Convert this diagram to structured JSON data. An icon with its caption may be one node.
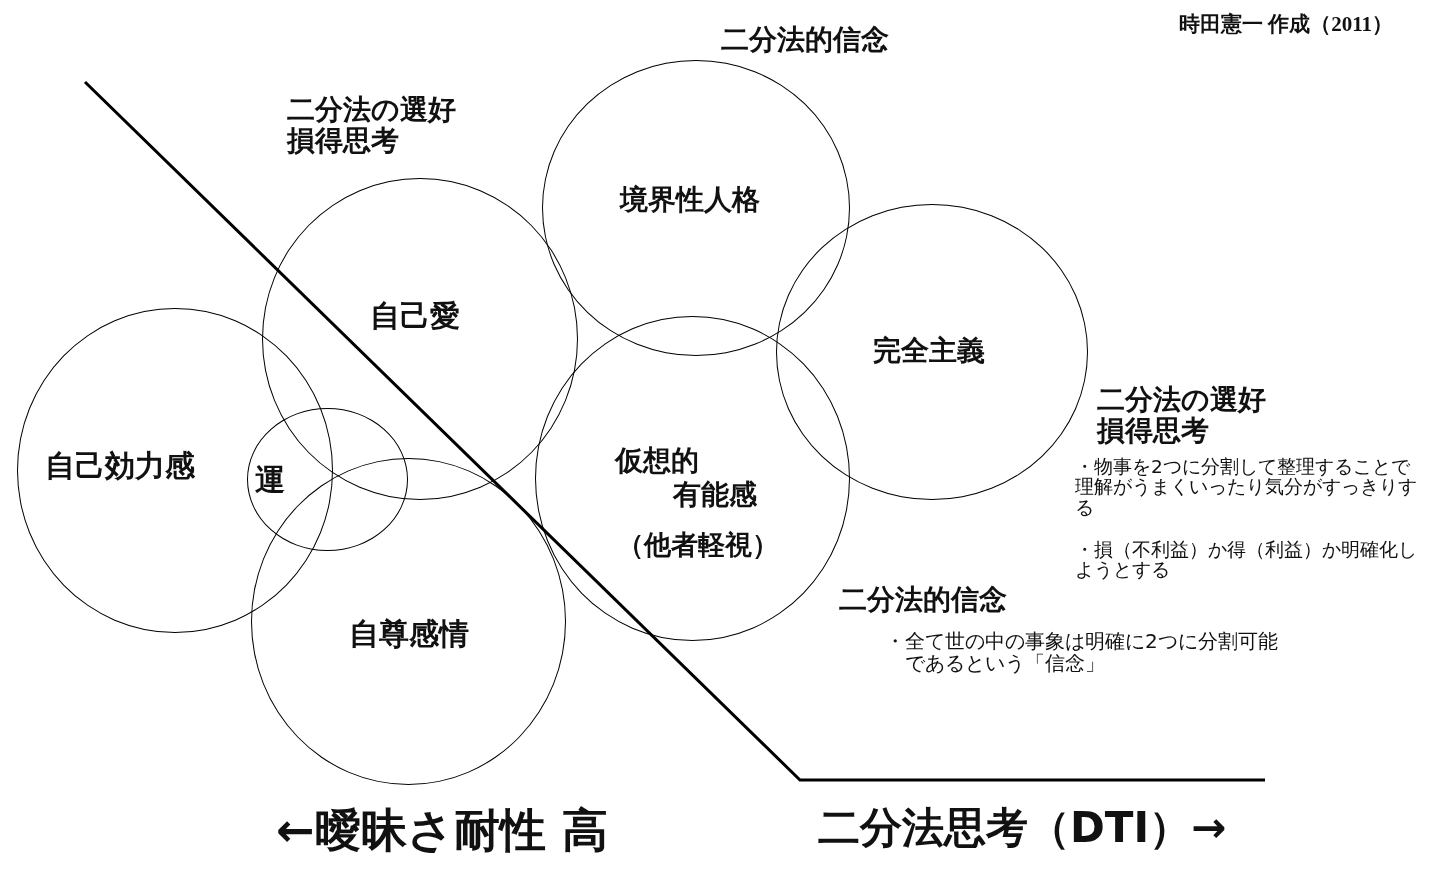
{
  "diagram": {
    "nodes": [
      {
        "text": [
          "境界性人格"
        ],
        "beside": [
          "二分法的信念"
        ]
      },
      {
        "text": [
          "自己愛"
        ],
        "beside": [
          "二分法の選好",
          "損得思考"
        ]
      },
      {
        "text": [
          "完全主義"
        ]
      },
      {
        "text": [
          "自己効力感"
        ]
      },
      {
        "text": [
          "運"
        ]
      },
      {
        "text": [
          "仮想的有能感",
          "（他者軽視）"
        ]
      },
      {
        "text": [
          "自尊感情"
        ]
      }
    ],
    "labels": [
      "時田憲一 作成（2011）",
      "二分法の選好",
      "損得思考",
      "・物事を2つに分割して整理することで理解がうまくいったり気分がすっきりする",
      "・損（不利益）か得（利益）か明確化しようとする",
      "二分法的信念",
      "・全て世の中の事象は明確に2つに分割可能であるという「信念」",
      "←曖昧さ耐性 高",
      "二分法思考（DTI）→"
    ]
  }
}
